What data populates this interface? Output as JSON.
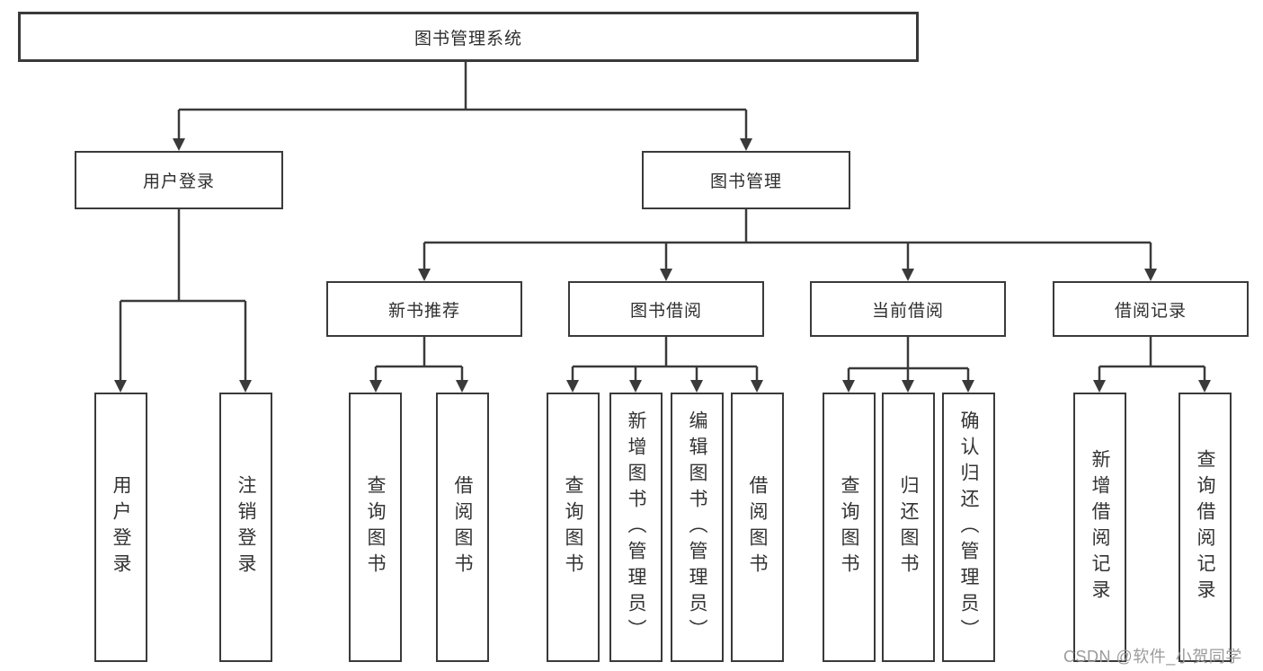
{
  "diagram": {
    "root": "图书管理系统",
    "level2": {
      "user_login": "用户登录",
      "book_mgmt": "图书管理"
    },
    "level3": {
      "new_books": "新书推荐",
      "book_borrow": "图书借阅",
      "current_borrow": "当前借阅",
      "borrow_records": "借阅记录"
    },
    "leaves": {
      "user_login_1": "用户登录",
      "user_login_2": "注销登录",
      "new_books_1": "查询图书",
      "new_books_2": "借阅图书",
      "book_borrow_1": "查询图书",
      "book_borrow_2": "新增图书（管理员）",
      "book_borrow_3": "编辑图书（管理员）",
      "book_borrow_4": "借阅图书",
      "current_1": "查询图书",
      "current_2": "归还图书",
      "current_3": "确认归还（管理员）",
      "records_1": "新增借阅记录",
      "records_2": "查询借阅记录"
    },
    "colors": {
      "line": "#3a3a3a",
      "text": "#2e2e2e",
      "watermark": "#9b9b9b",
      "background": "#ffffff"
    }
  },
  "watermark": {
    "text": "CSDN @软件_小贺同学"
  }
}
